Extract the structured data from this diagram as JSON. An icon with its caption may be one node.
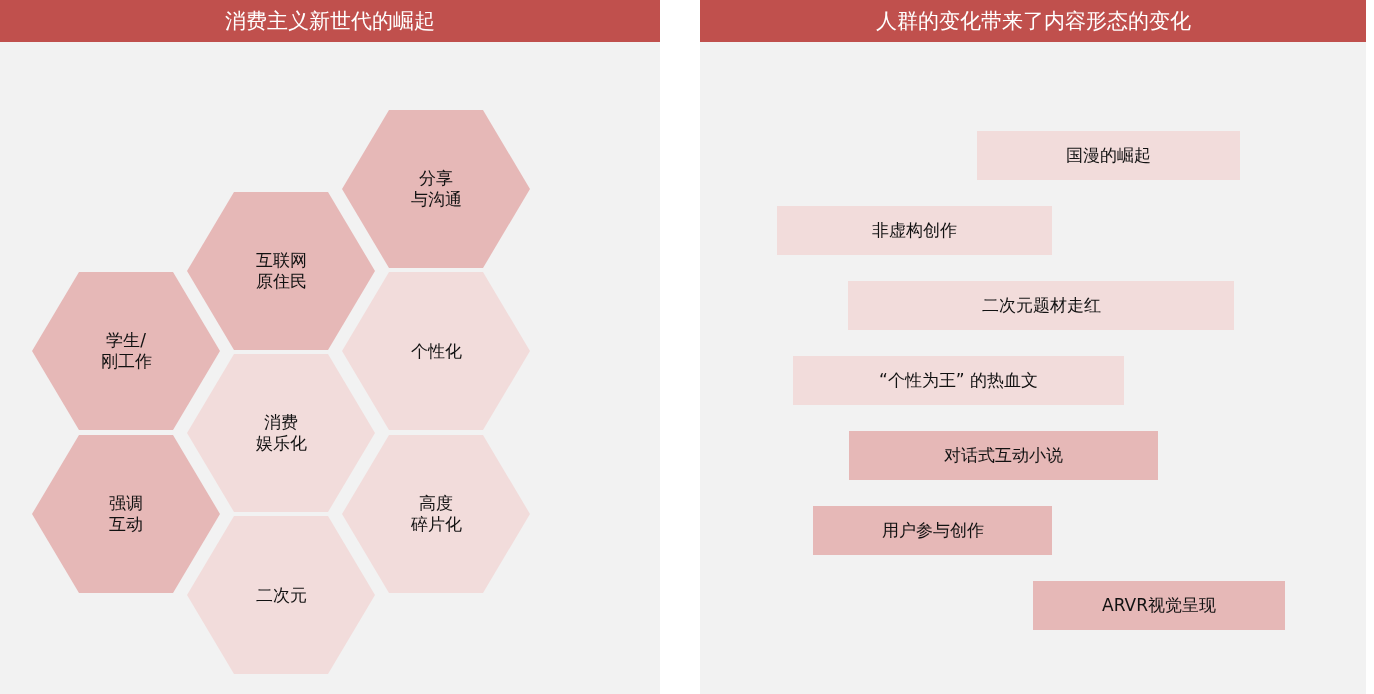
{
  "diagram": {
    "nodes": [
      {
        "text": [
          "消费主义新世代的崛起"
        ]
      },
      {
        "text": [
          "分享与沟通"
        ],
        "in": 0
      },
      {
        "text": [
          "互联网原住民"
        ],
        "in": 0
      },
      {
        "text": [
          "学生/刚工作"
        ],
        "in": 0
      },
      {
        "text": [
          "个性化"
        ],
        "in": 0
      },
      {
        "text": [
          "消费娱乐化"
        ],
        "in": 0
      },
      {
        "text": [
          "强调互动"
        ],
        "in": 0
      },
      {
        "text": [
          "高度碎片化"
        ],
        "in": 0
      },
      {
        "text": [
          "二次元"
        ],
        "in": 0
      },
      {
        "text": [
          "人群的变化带来了内容形态的变化"
        ]
      },
      {
        "text": [
          "国漫的崛起"
        ],
        "in": 9
      },
      {
        "text": [
          "非虚构创作"
        ],
        "in": 9
      },
      {
        "text": [
          "二次元题材走红"
        ],
        "in": 9
      },
      {
        "text": [
          "“个性为王” 的热血文"
        ],
        "in": 9
      },
      {
        "text": [
          "对话式互动小说"
        ],
        "in": 9
      },
      {
        "text": [
          "用户参与创作"
        ],
        "in": 9
      },
      {
        "text": [
          "ARVR视觉呈现"
        ],
        "in": 9
      }
    ]
  }
}
